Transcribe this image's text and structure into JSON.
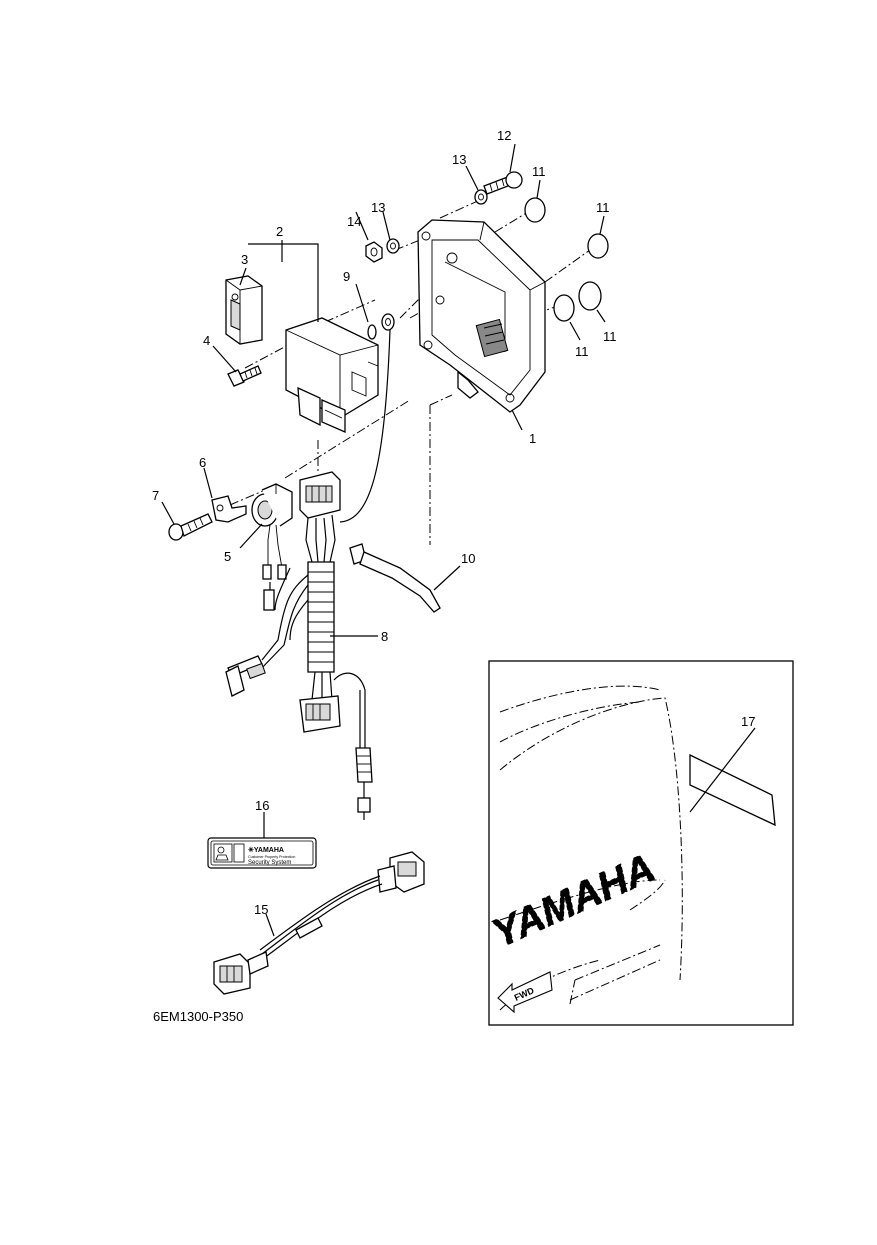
{
  "callouts": [
    {
      "id": "c1",
      "text": "1"
    },
    {
      "id": "c2",
      "text": "2"
    },
    {
      "id": "c3",
      "text": "3"
    },
    {
      "id": "c4",
      "text": "4"
    },
    {
      "id": "c5",
      "text": "5"
    },
    {
      "id": "c6",
      "text": "6"
    },
    {
      "id": "c7",
      "text": "7"
    },
    {
      "id": "c8",
      "text": "8"
    },
    {
      "id": "c9",
      "text": "9"
    },
    {
      "id": "c10",
      "text": "10"
    },
    {
      "id": "c11a",
      "text": "11"
    },
    {
      "id": "c11b",
      "text": "11"
    },
    {
      "id": "c11c",
      "text": "11"
    },
    {
      "id": "c11d",
      "text": "11"
    },
    {
      "id": "c12",
      "text": "12"
    },
    {
      "id": "c13a",
      "text": "13"
    },
    {
      "id": "c13b",
      "text": "13"
    },
    {
      "id": "c14",
      "text": "14"
    },
    {
      "id": "c15",
      "text": "15"
    },
    {
      "id": "c16",
      "text": "16"
    },
    {
      "id": "c17",
      "text": "17"
    }
  ],
  "diagram_code": "6EM1300-P350",
  "label_sticker": {
    "brand": "✳YAMAHA",
    "fine_print": "Customer Property Protection",
    "system": "Security System"
  },
  "inset": {
    "brand_text": "YAMAHA",
    "fwd_text": "FWD"
  }
}
